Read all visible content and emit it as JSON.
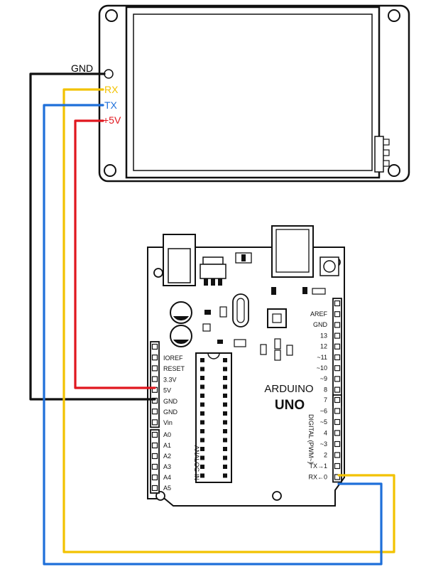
{
  "display": {
    "pins": [
      {
        "label": "GND",
        "color": "#111111"
      },
      {
        "label": "RX",
        "color": "#f2c200"
      },
      {
        "label": "TX",
        "color": "#1e6fd9"
      },
      {
        "label": "+5V",
        "color": "#e0161e"
      }
    ]
  },
  "arduino": {
    "name_line1": "ARDUINO",
    "name_line2": "UNO",
    "power_header": [
      "IOREF",
      "RESET",
      "3.3V",
      "5V",
      "GND",
      "GND",
      "Vin"
    ],
    "analog_header": [
      "A0",
      "A1",
      "A2",
      "A3",
      "A4",
      "A5"
    ],
    "analog_title": "ANALOG IN",
    "digital_top": [
      "AREF",
      "GND",
      "13",
      "12",
      "~11",
      "~10",
      "~9",
      "8"
    ],
    "digital_bottom": [
      "7",
      "~6",
      "~5",
      "4",
      "~3",
      "2",
      "TX→1",
      "RX←0"
    ],
    "digital_title": "DIGITAL (PWM~)"
  },
  "wires": {
    "gnd": "#111111",
    "rx": "#f2c200",
    "tx": "#1e6fd9",
    "vcc": "#e0161e"
  }
}
